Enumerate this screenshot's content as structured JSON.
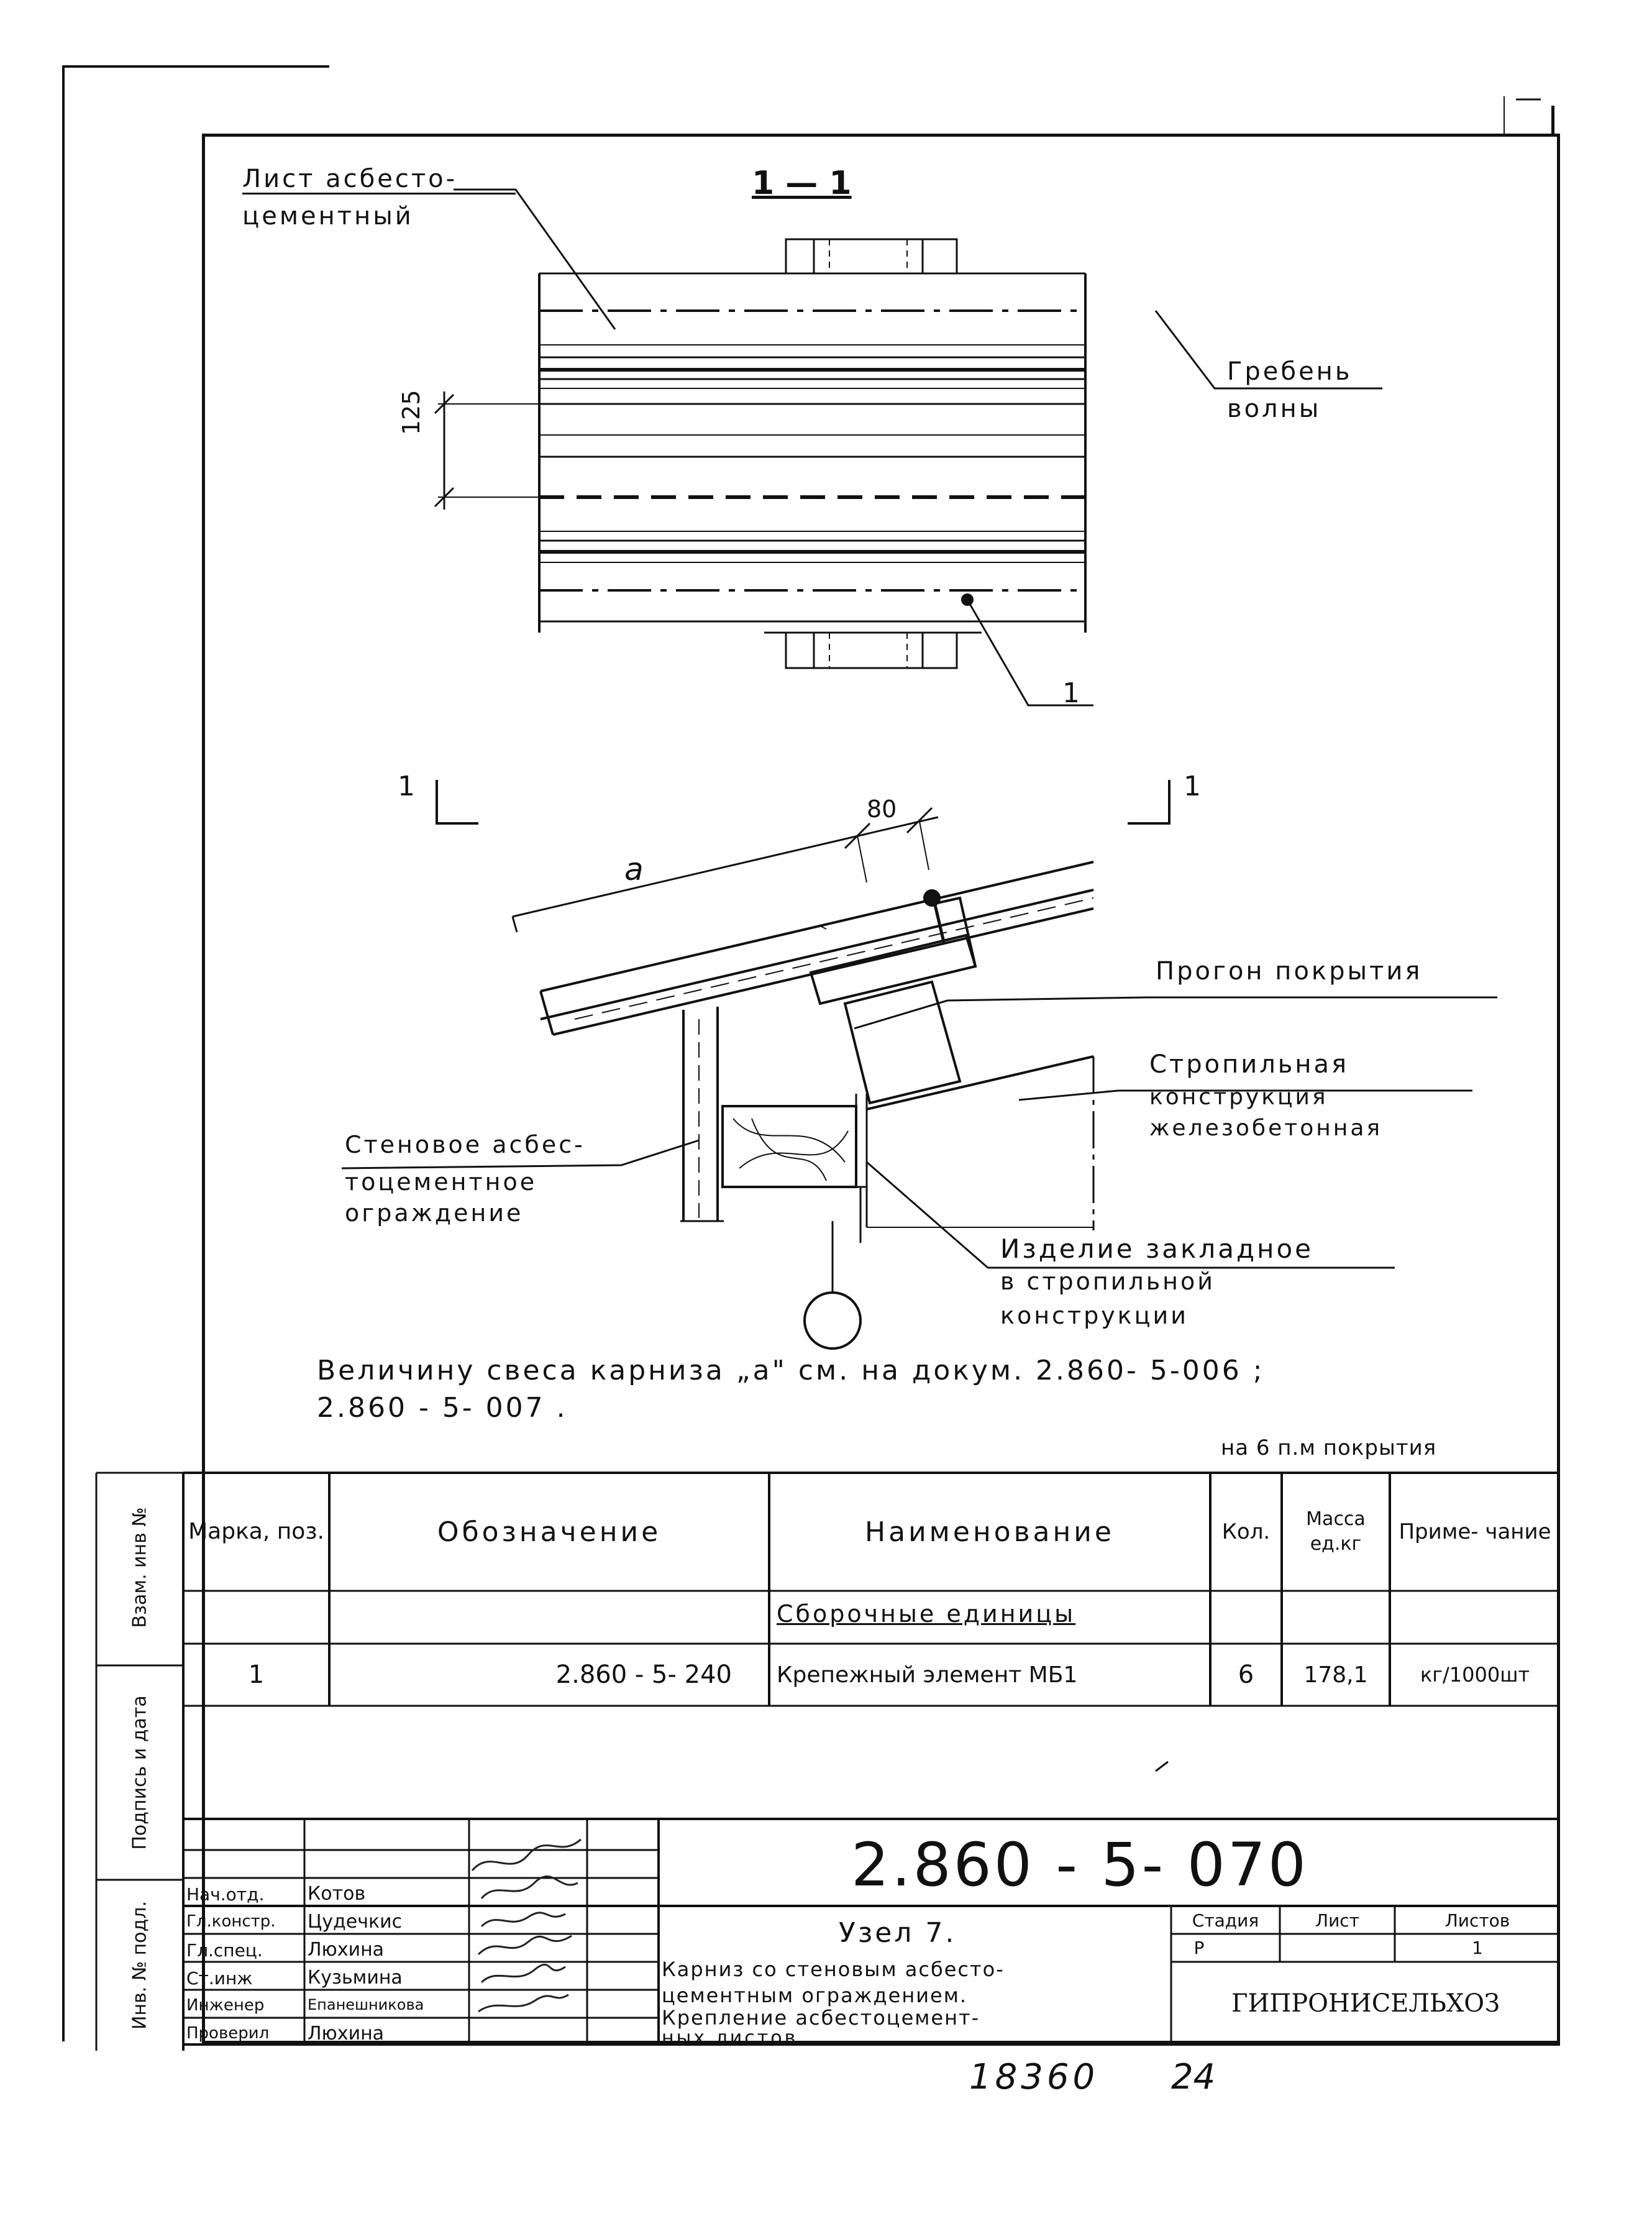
{
  "section_title": "1 — 1",
  "labels": {
    "sheet_label_1": "Лист асбесто-",
    "sheet_label_2": "цементный",
    "crest_1": "Гребень",
    "crest_2": "волны",
    "dim_125": "125",
    "pos_1": "1",
    "cut_left": "1",
    "cut_right": "1",
    "dim_a": "a",
    "dim_80": "80",
    "purlin": "Прогон покрытия",
    "rafter_1": "Стропильная",
    "rafter_2": "конструкция",
    "rafter_3": "железобетонная",
    "wall_1": "Стеновое асбес-",
    "wall_2": "тоцементное",
    "wall_3": "ограждение",
    "embed_1": "Изделие закладное",
    "embed_2": "в стропильной",
    "embed_3": "конструкции",
    "note_1": "Величину свеса карниза „a\" см. на докум. 2.860- 5-006 ;",
    "note_2": "2.860 - 5- 007 .",
    "per_length": "на 6 п.м покрытия"
  },
  "spec_table": {
    "headers": [
      "Марка, поз.",
      "Обозначение",
      "Наименование",
      "Кол.",
      "Масса ед.кг",
      "Приме- чание"
    ],
    "section_row": "Сборочные единицы",
    "row": [
      "1",
      "2.860 - 5- 240",
      "Крепежный элемент МБ1",
      "6",
      "178,1",
      "кг/1000шт"
    ]
  },
  "title_block": {
    "doc_code": "2.860 - 5- 070",
    "roles": [
      "Нач.отд.",
      "Гл.констр.",
      "Гл.спец.",
      "Ст.инж",
      "Инженер",
      "Проверил"
    ],
    "names": [
      "Котов",
      "Цудечкис",
      "Люхина",
      "Кузьмина",
      "Епанешникова",
      "Люхина"
    ],
    "node_title": "Узел 7.",
    "desc_1": "Карниз со стеновым асбесто-",
    "desc_2": "цементным ограждением.",
    "desc_3": "Крепление асбестоцемент-",
    "desc_4": "ных листов",
    "stage_h": "Стадия",
    "sheet_h": "Лист",
    "sheets_h": "Листов",
    "stage_v": "Р",
    "sheets_v": "1",
    "org": "ГИПРОНИСЕЛЬХОЗ"
  },
  "side_stamps": [
    "Взам. инв №",
    "Подпись и дата",
    "Инв. № подл."
  ],
  "footer": {
    "archive_no": "18360",
    "page_no": "24"
  }
}
